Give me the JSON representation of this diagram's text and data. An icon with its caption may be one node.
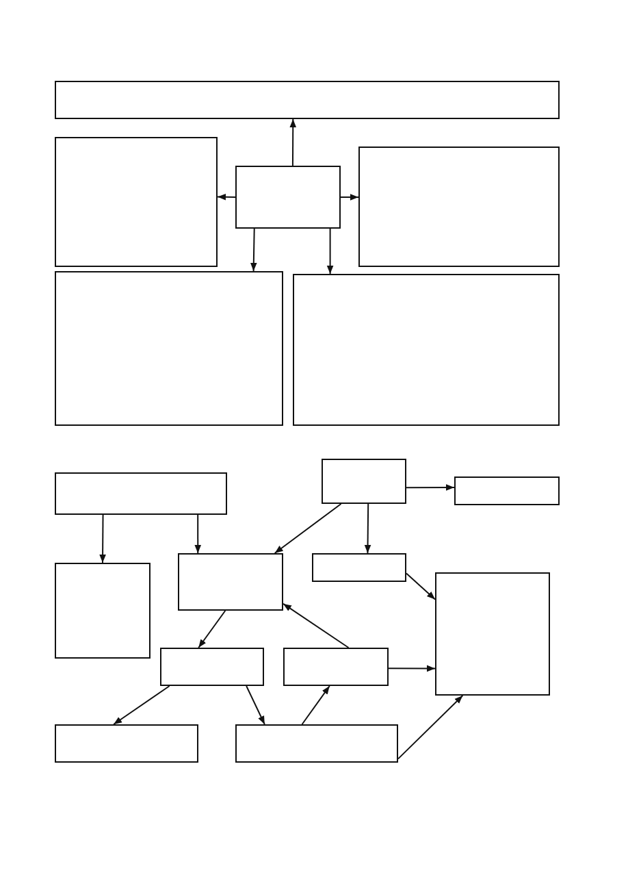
{
  "diagram": {
    "nodes": [
      {
        "text": [],
        "shape": "box"
      },
      {
        "text": [],
        "shape": "box"
      },
      {
        "text": [],
        "shape": "box"
      },
      {
        "text": [],
        "shape": "box"
      },
      {
        "text": [],
        "shape": "box"
      },
      {
        "text": [],
        "shape": "box"
      },
      {
        "text": [],
        "shape": "box"
      },
      {
        "text": [],
        "shape": "box"
      },
      {
        "text": [],
        "shape": "box"
      },
      {
        "text": [],
        "shape": "box"
      },
      {
        "text": [],
        "shape": "box"
      },
      {
        "text": [],
        "shape": "box"
      },
      {
        "text": [],
        "shape": "box"
      },
      {
        "text": [],
        "shape": "box"
      },
      {
        "text": [],
        "shape": "box"
      },
      {
        "text": [],
        "shape": "box"
      },
      {
        "text": [],
        "shape": "box"
      }
    ],
    "edges": [
      {
        "from": 2,
        "to": 0,
        "arrow": "to"
      },
      {
        "from": 2,
        "to": 1,
        "arrow": "to"
      },
      {
        "from": 2,
        "to": 3,
        "arrow": "to"
      },
      {
        "from": 2,
        "to": 4,
        "arrow": "to"
      },
      {
        "from": 2,
        "to": 5,
        "arrow": "to"
      },
      {
        "from": 6,
        "to": 9,
        "arrow": "to"
      },
      {
        "from": 6,
        "to": 10,
        "arrow": "to"
      },
      {
        "from": 7,
        "to": 8,
        "arrow": "to"
      },
      {
        "from": 7,
        "to": 10,
        "arrow": "to"
      },
      {
        "from": 7,
        "to": 11,
        "arrow": "to"
      },
      {
        "from": 11,
        "to": 12,
        "arrow": "to"
      },
      {
        "from": 10,
        "to": 13,
        "arrow": "to"
      },
      {
        "from": 14,
        "to": 10,
        "arrow": "to"
      },
      {
        "from": 14,
        "to": 12,
        "arrow": "to"
      },
      {
        "from": 13,
        "to": 15,
        "arrow": "to"
      },
      {
        "from": 13,
        "to": 16,
        "arrow": "to"
      },
      {
        "from": 16,
        "to": 14,
        "arrow": "to"
      },
      {
        "from": 16,
        "to": 12,
        "arrow": "to"
      }
    ]
  }
}
